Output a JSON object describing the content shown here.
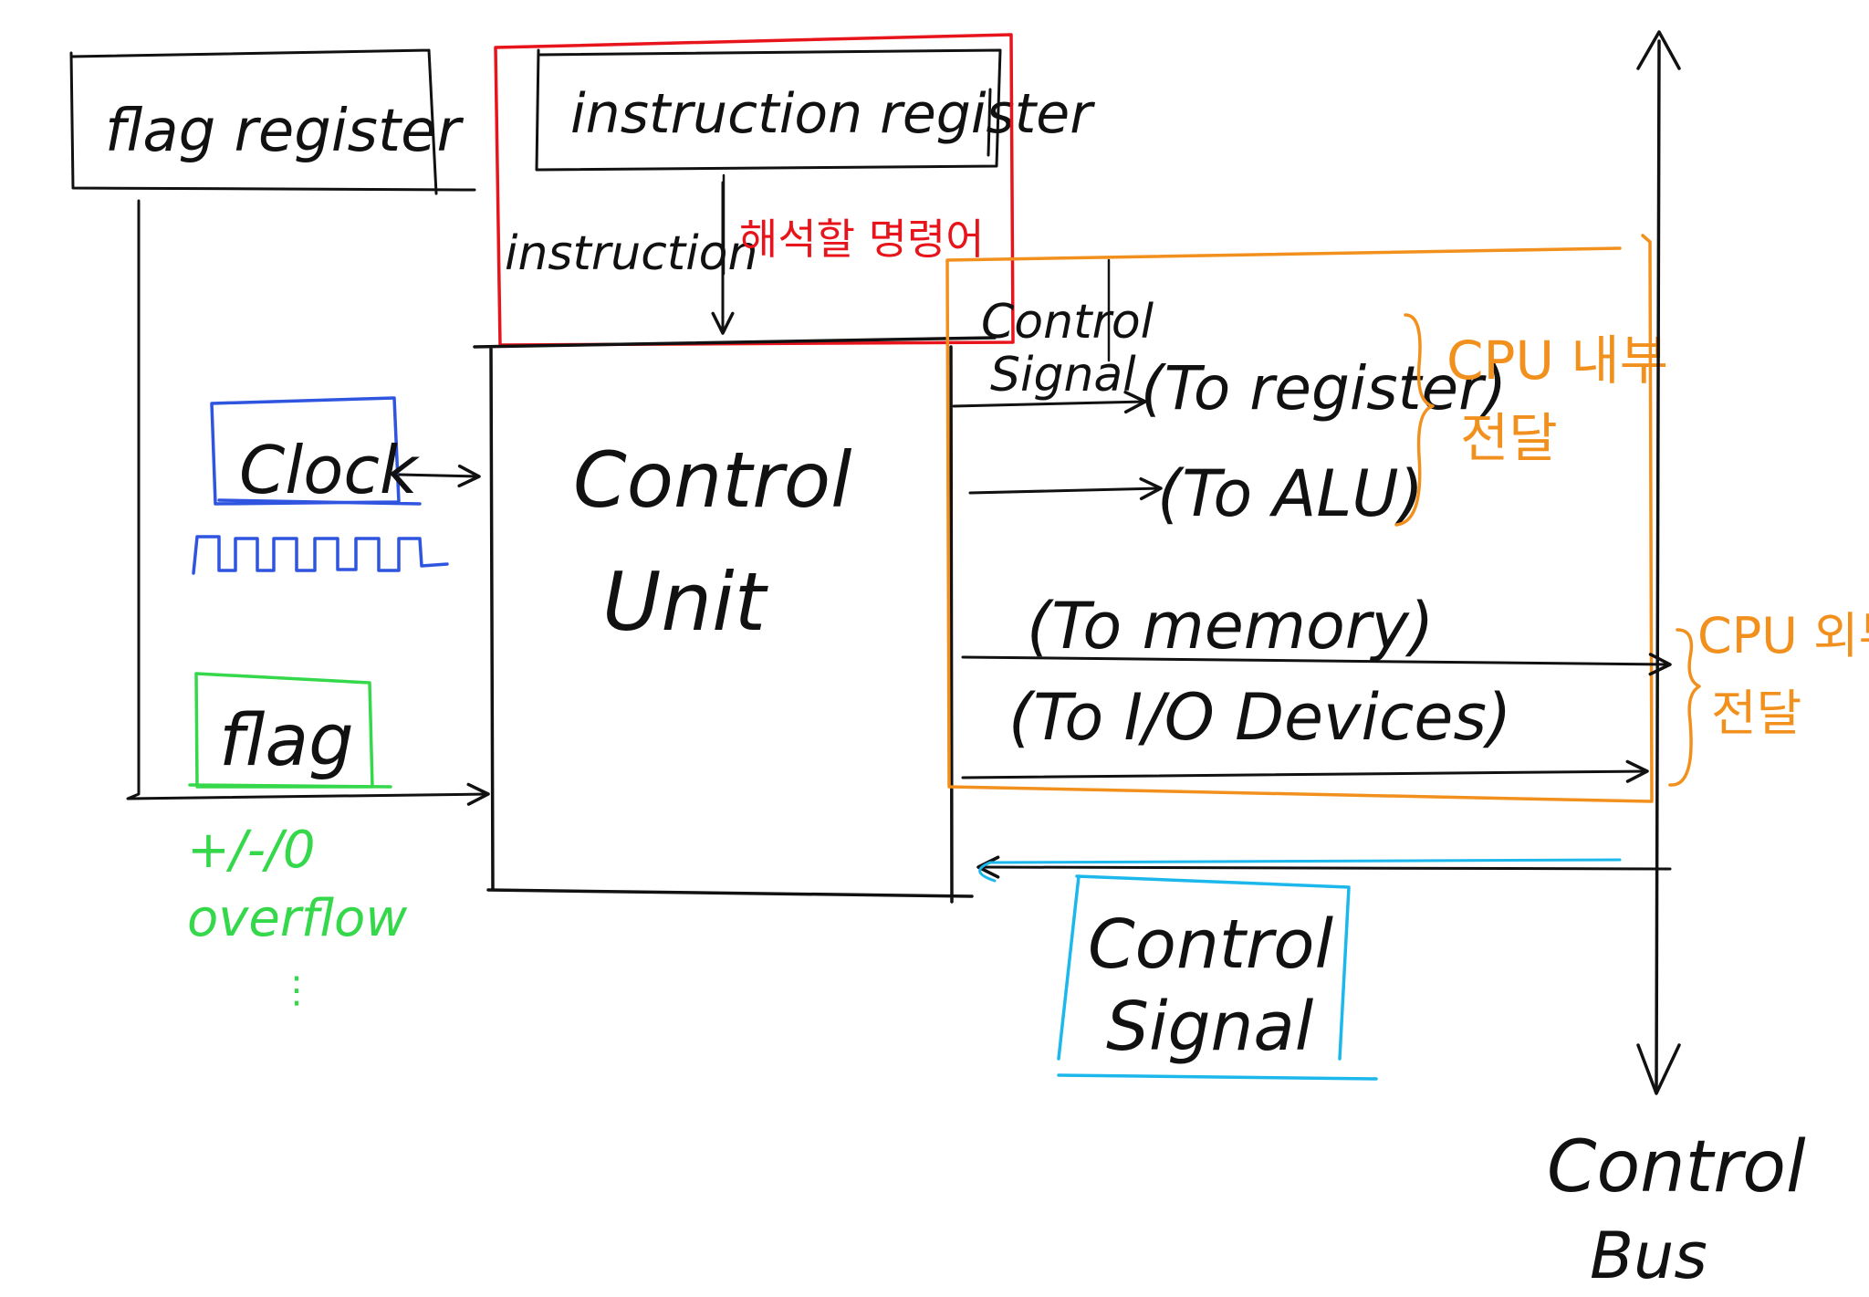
{
  "labels": {
    "flag_register": "flag register",
    "instruction_register": "instruction register",
    "instruction": "instruction",
    "instruction_note": "해석할 명령어",
    "control_unit_line1": "Control",
    "control_unit_line2": "Unit",
    "clock": "Clock",
    "flag": "flag",
    "flag_values_line1": "+/-/0",
    "flag_values_line2": "overflow",
    "flag_values_more": "⋮",
    "control_signal_out_line1": "Control",
    "control_signal_out_line2": "Signal",
    "to_register": "(To register)",
    "to_alu": "(To ALU)",
    "to_memory": "(To memory)",
    "to_io": "(To I/O Devices)",
    "internal_note_line1": "CPU 내부",
    "internal_note_line2": "전달",
    "external_note_line1": "CPU 외부",
    "external_note_line2": "전달",
    "control_signal_in_line1": "Control",
    "control_signal_in_line2": "Signal",
    "control_bus_line1": "Control",
    "control_bus_line2": "Bus"
  },
  "colors": {
    "ink": "#111111",
    "instruction_highlight": "#e8141b",
    "clock": "#2f55e0",
    "flag": "#34d84a",
    "signal_group": "#f2901e",
    "incoming_signal": "#1cb8ec"
  }
}
